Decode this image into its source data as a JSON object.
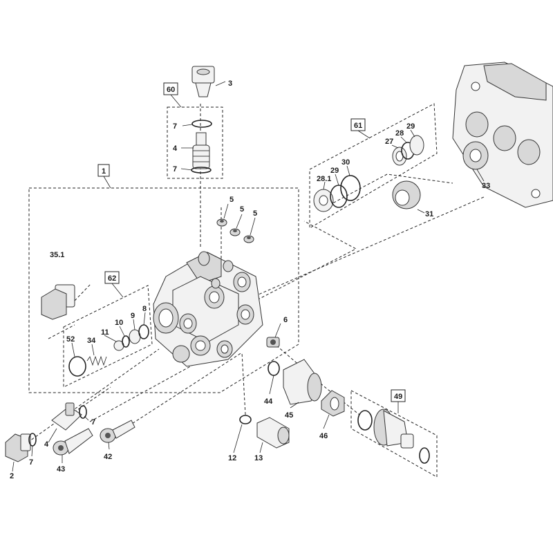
{
  "diagram": {
    "group_boxes": [
      "1",
      "60",
      "61",
      "62",
      "49"
    ],
    "callouts": [
      "3",
      "7",
      "4",
      "7",
      "5",
      "5",
      "5",
      "35.1",
      "6",
      "8",
      "9",
      "10",
      "11",
      "34",
      "52",
      "28.1",
      "29",
      "30",
      "27",
      "28",
      "29",
      "31",
      "33",
      "44",
      "45",
      "46",
      "12",
      "13",
      "42",
      "43",
      "2",
      "4",
      "7",
      "7"
    ]
  }
}
